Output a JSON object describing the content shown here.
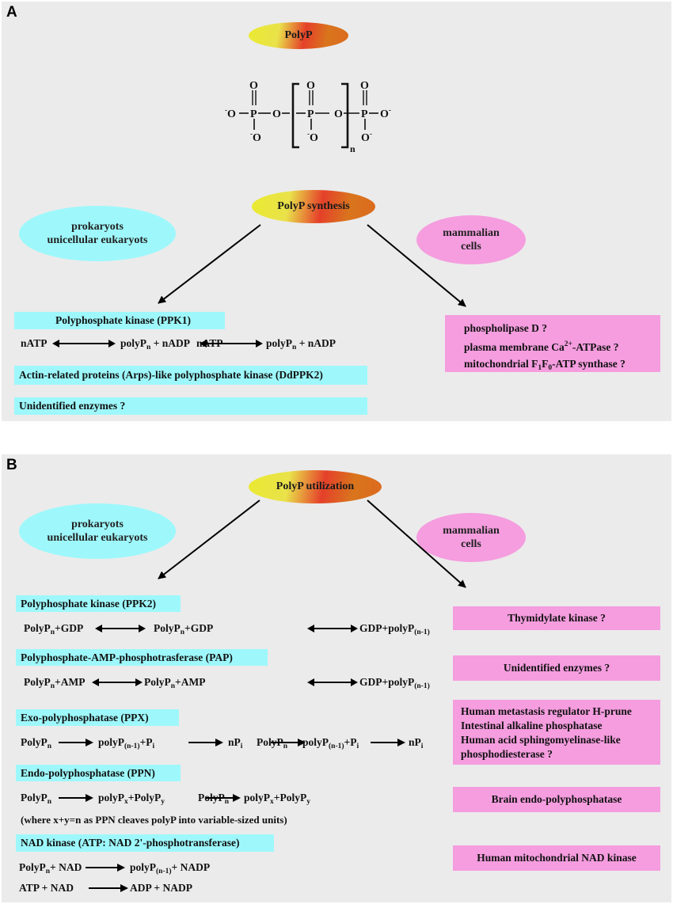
{
  "panelA": {
    "letter": "A",
    "title": "PolyP",
    "synthesis_title": "PolyP synthesis",
    "prokaryote_oval": [
      "prokaryots",
      "unicellular eukaryots"
    ],
    "mammal_oval": [
      "mammalian",
      "cells"
    ],
    "ppk1_label": "Polyphosphate kinase (PPK1)",
    "reaction1": {
      "left": "nATP",
      "right_pre": "polyP",
      "right_sub": "n",
      "right_post": " + nADP"
    },
    "arps_label": "Actin-related proteins (Arps)-like polyphosphate kinase (DdPPK2)",
    "unidentified_label": "Unidentified enzymes ?",
    "mammal_box": {
      "line1": "phospholipase D ?",
      "line2_pre": "plasma membrane Ca",
      "line2_sup": "2+",
      "line2_post": "-ATPase ?",
      "line3_pre": "mitochondrial F",
      "line3_sub1": "1",
      "line3_mid": "F",
      "line3_sub2": "0",
      "line3_post": "-ATP synthase ?"
    },
    "molecule": {
      "O": "O",
      "P": "P",
      "Ominus": "O",
      "minus": "-",
      "n": "n"
    }
  },
  "panelB": {
    "letter": "B",
    "title": "PolyP utilization",
    "prokaryote_oval": [
      "prokaryots",
      "unicellular eukaryots"
    ],
    "mammal_oval": [
      "mammalian",
      "cells"
    ],
    "ppk2_label": "Polyphosphate kinase (PPK2)",
    "pap_label": "Polyphosphate-AMP-phosphotrasferase (PAP)",
    "ppx_label": "Exo-polyphosphatase (PPX)",
    "ppn_label": "Endo-polyphosphatase (PPN)",
    "ppn_note": "(where x+y=n as PPN cleaves polyP into variable-sized units)",
    "nadk_label": "NAD kinase (ATP: NAD 2'-phosphotransferase)",
    "rx_ppk2": {
      "a": "PolyP",
      "a_sub": "n",
      "a_post": "+GDP",
      "b": "GDP+polyP",
      "b_sub": "(n-1)"
    },
    "rx_pap": {
      "a": "PolyP",
      "a_sub": "n",
      "a_post": "+AMP",
      "b": "GDP+polyP",
      "b_sub": "(n-1)"
    },
    "rx_ppx": {
      "a": "PolyP",
      "a_sub": "n",
      "b": "polyP",
      "b_sub": "(n-1)",
      "b_post": "+P",
      "b_sub2": "i",
      "c": "nP",
      "c_sub": "i"
    },
    "rx_ppn": {
      "a": "PolyP",
      "a_sub": "n",
      "b": "polyP",
      "b_sub": "x",
      "b_mid": "+PolyP",
      "b_sub2": "y"
    },
    "rx_nad1": {
      "a": "PolyP",
      "a_sub": "n",
      "a_post": "+ NAD",
      "b": "polyP",
      "b_sub": "(n-1)",
      "b_post": "+ NADP"
    },
    "rx_nad2": {
      "a": "ATP + NAD",
      "b": "ADP + NADP"
    },
    "mammal_boxes": {
      "thymidylate": "Thymidylate kinase ?",
      "unidentified": "Unidentified enzymes ?",
      "prune1": "Human metastasis regulator H-prune",
      "prune2": "Intestinal alkaline phosphatase",
      "prune3": "Human acid sphingomyelinase-like",
      "prune4": "phosphodiesterase ?",
      "brain": "Brain endo-polyphosphatase",
      "nadk": "Human mitochondrial NAD kinase"
    }
  },
  "colors": {
    "cyan": "#9ef8fb",
    "pink": "#f59ddf",
    "panel": "#ebebeb"
  }
}
